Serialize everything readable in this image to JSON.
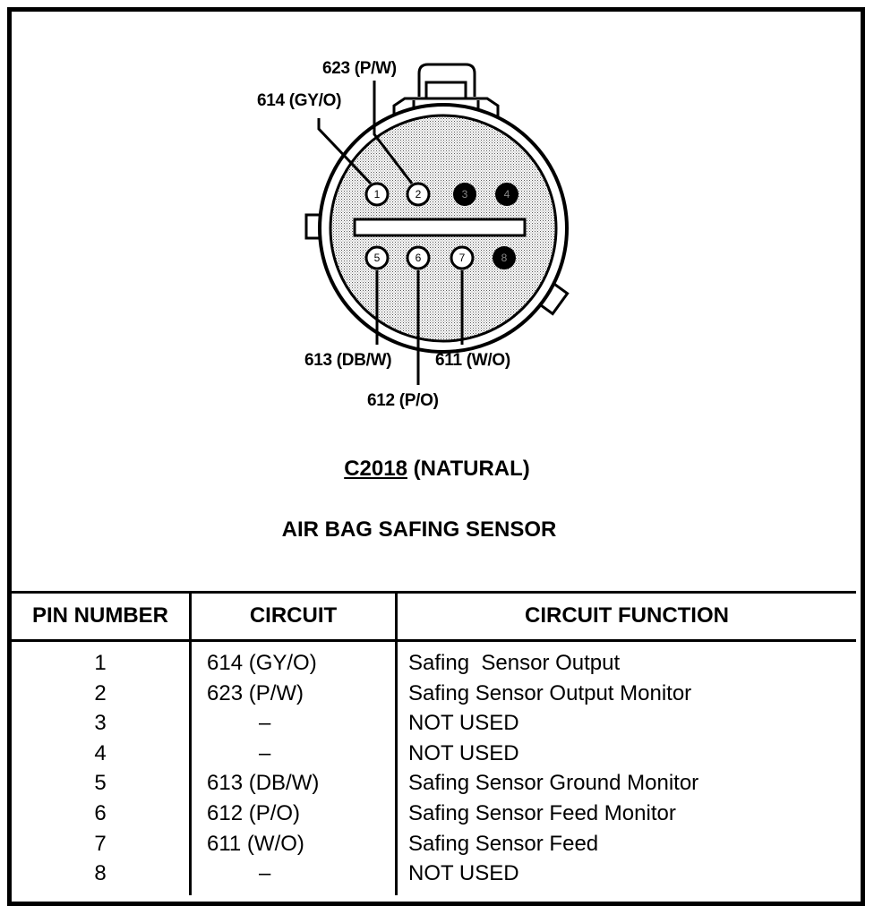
{
  "diagram": {
    "callouts": {
      "pin1": "614 (GY/O)",
      "pin2": "623 (P/W)",
      "pin5": "613 (DB/W)",
      "pin6": "612 (P/O)",
      "pin7": "611 (W/O)"
    },
    "pins": [
      {
        "label": "1",
        "used": true
      },
      {
        "label": "2",
        "used": true
      },
      {
        "label": "3",
        "used": false
      },
      {
        "label": "4",
        "used": false
      },
      {
        "label": "5",
        "used": true
      },
      {
        "label": "6",
        "used": true
      },
      {
        "label": "7",
        "used": true
      },
      {
        "label": "8",
        "used": false
      }
    ],
    "connector_code": "C2018",
    "connector_color": "(NATURAL)",
    "component_name": "AIR BAG SAFING SENSOR"
  },
  "table": {
    "headers": {
      "pin_number": "PIN NUMBER",
      "circuit": "CIRCUIT",
      "function": "CIRCUIT FUNCTION"
    },
    "rows": [
      {
        "pin": "1",
        "circuit": "614 (GY/O)",
        "function": "Safing  Sensor Output"
      },
      {
        "pin": "2",
        "circuit": "623 (P/W)",
        "function": "Safing Sensor Output Monitor"
      },
      {
        "pin": "3",
        "circuit": "–",
        "function": "NOT USED"
      },
      {
        "pin": "4",
        "circuit": "–",
        "function": "NOT USED"
      },
      {
        "pin": "5",
        "circuit": "613 (DB/W)",
        "function": "Safing Sensor Ground Monitor"
      },
      {
        "pin": "6",
        "circuit": "612 (P/O)",
        "function": "Safing Sensor Feed Monitor"
      },
      {
        "pin": "7",
        "circuit": "611 (W/O)",
        "function": "Safing Sensor Feed"
      },
      {
        "pin": "8",
        "circuit": "–",
        "function": "NOT USED"
      }
    ]
  }
}
